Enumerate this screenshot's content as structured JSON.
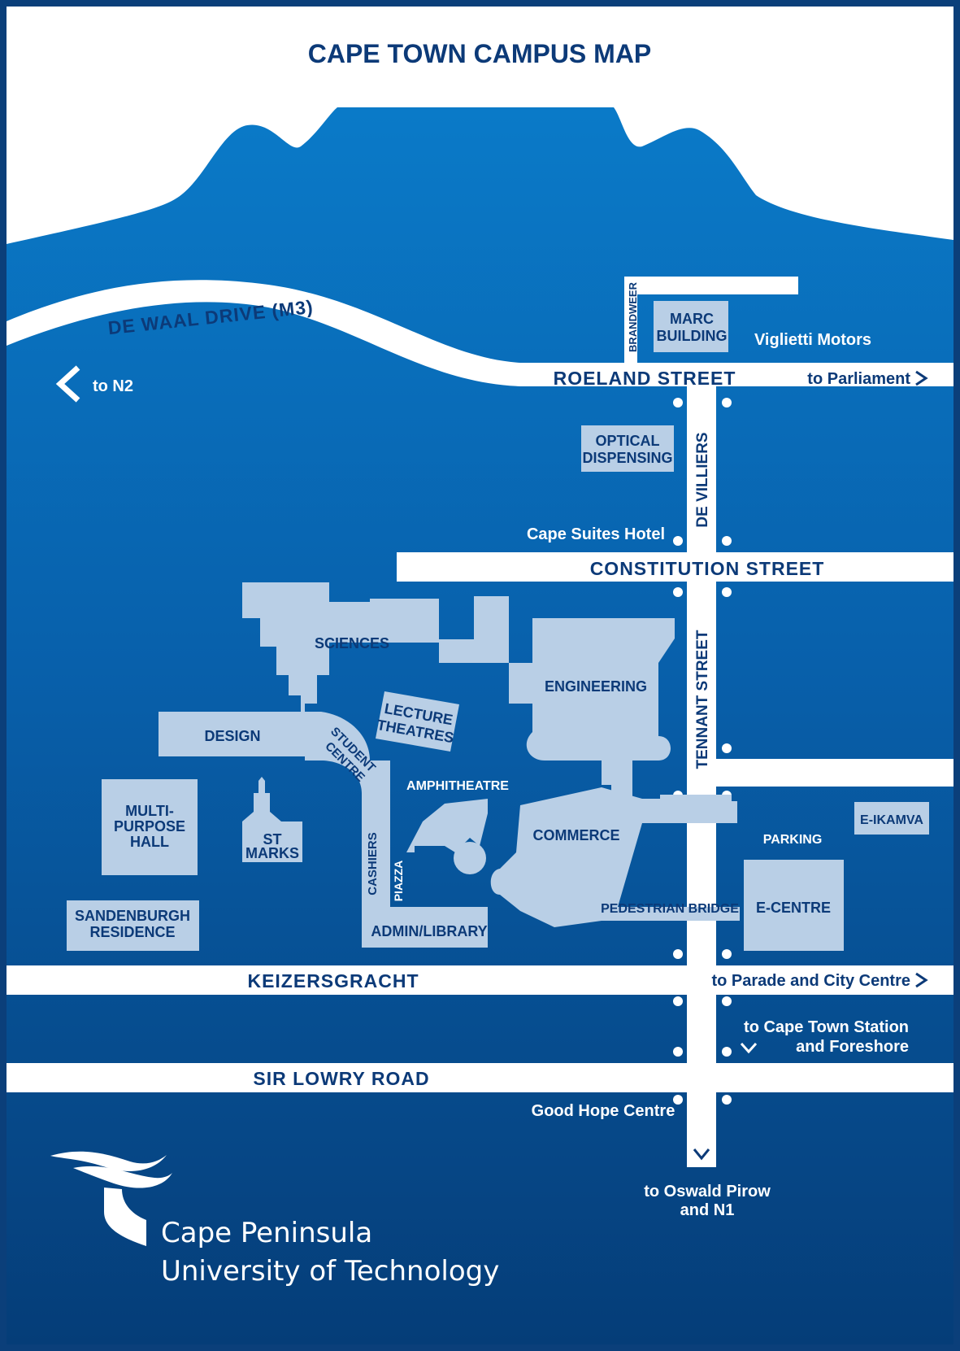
{
  "title": "CAPE TOWN CAMPUS MAP",
  "roads": {
    "de_waal": "DE WAAL DRIVE (M3)",
    "roeland": "ROELAND STREET",
    "constitution": "CONSTITUTION STREET",
    "keizersgracht": "KEIZERSGRACHT",
    "sir_lowry": "SIR LOWRY ROAD",
    "de_villiers": "DE VILLIERS",
    "tennant": "TENNANT STREET",
    "brandweer": "BRANDWEER",
    "cashiers": "CASHIERS",
    "piazza": "PIAZZA"
  },
  "directions": {
    "to_n2": "to N2",
    "to_parliament": "to Parliament",
    "to_parade": "to Parade and City Centre",
    "to_station_1": "to Cape Town Station",
    "to_station_2": "and Foreshore",
    "to_oswald_1": "to Oswald Pirow",
    "to_oswald_2": "and N1"
  },
  "landmarks": {
    "viglietti": "Viglietti Motors",
    "cape_suites": "Cape Suites Hotel",
    "good_hope": "Good Hope Centre"
  },
  "buildings": {
    "marc_1": "MARC",
    "marc_2": "BUILDING",
    "optical_1": "OPTICAL",
    "optical_2": "DISPENSING",
    "sciences": "SCIENCES",
    "engineering": "ENGINEERING",
    "design": "DESIGN",
    "lecture_1": "LECTURE",
    "lecture_2": "THEATRES",
    "student_1": "STUDENT",
    "student_2": "CENTRE",
    "amphitheatre": "AMPHITHEATRE",
    "commerce": "COMMERCE",
    "multi_1": "MULTI-",
    "multi_2": "PURPOSE",
    "multi_3": "HALL",
    "stmarks_1": "ST",
    "stmarks_2": "MARKS",
    "sandenburgh_1": "SANDENBURGH",
    "sandenburgh_2": "RESIDENCE",
    "admin_library": "ADMIN/LIBRARY",
    "e_ikamva": "E-IKAMVA",
    "parking": "PARKING",
    "pedestrian_bridge": "PEDESTRIAN BRIDGE",
    "e_centre": "E-CENTRE"
  },
  "logo": {
    "line1": "Cape Peninsula",
    "line2": "University of Technology"
  },
  "colors": {
    "background_top": "#0a79c6",
    "background_bottom": "#053d78",
    "building_fill": "#b9cfe6",
    "label_text": "#0c3a78",
    "road_fill": "#ffffff"
  }
}
